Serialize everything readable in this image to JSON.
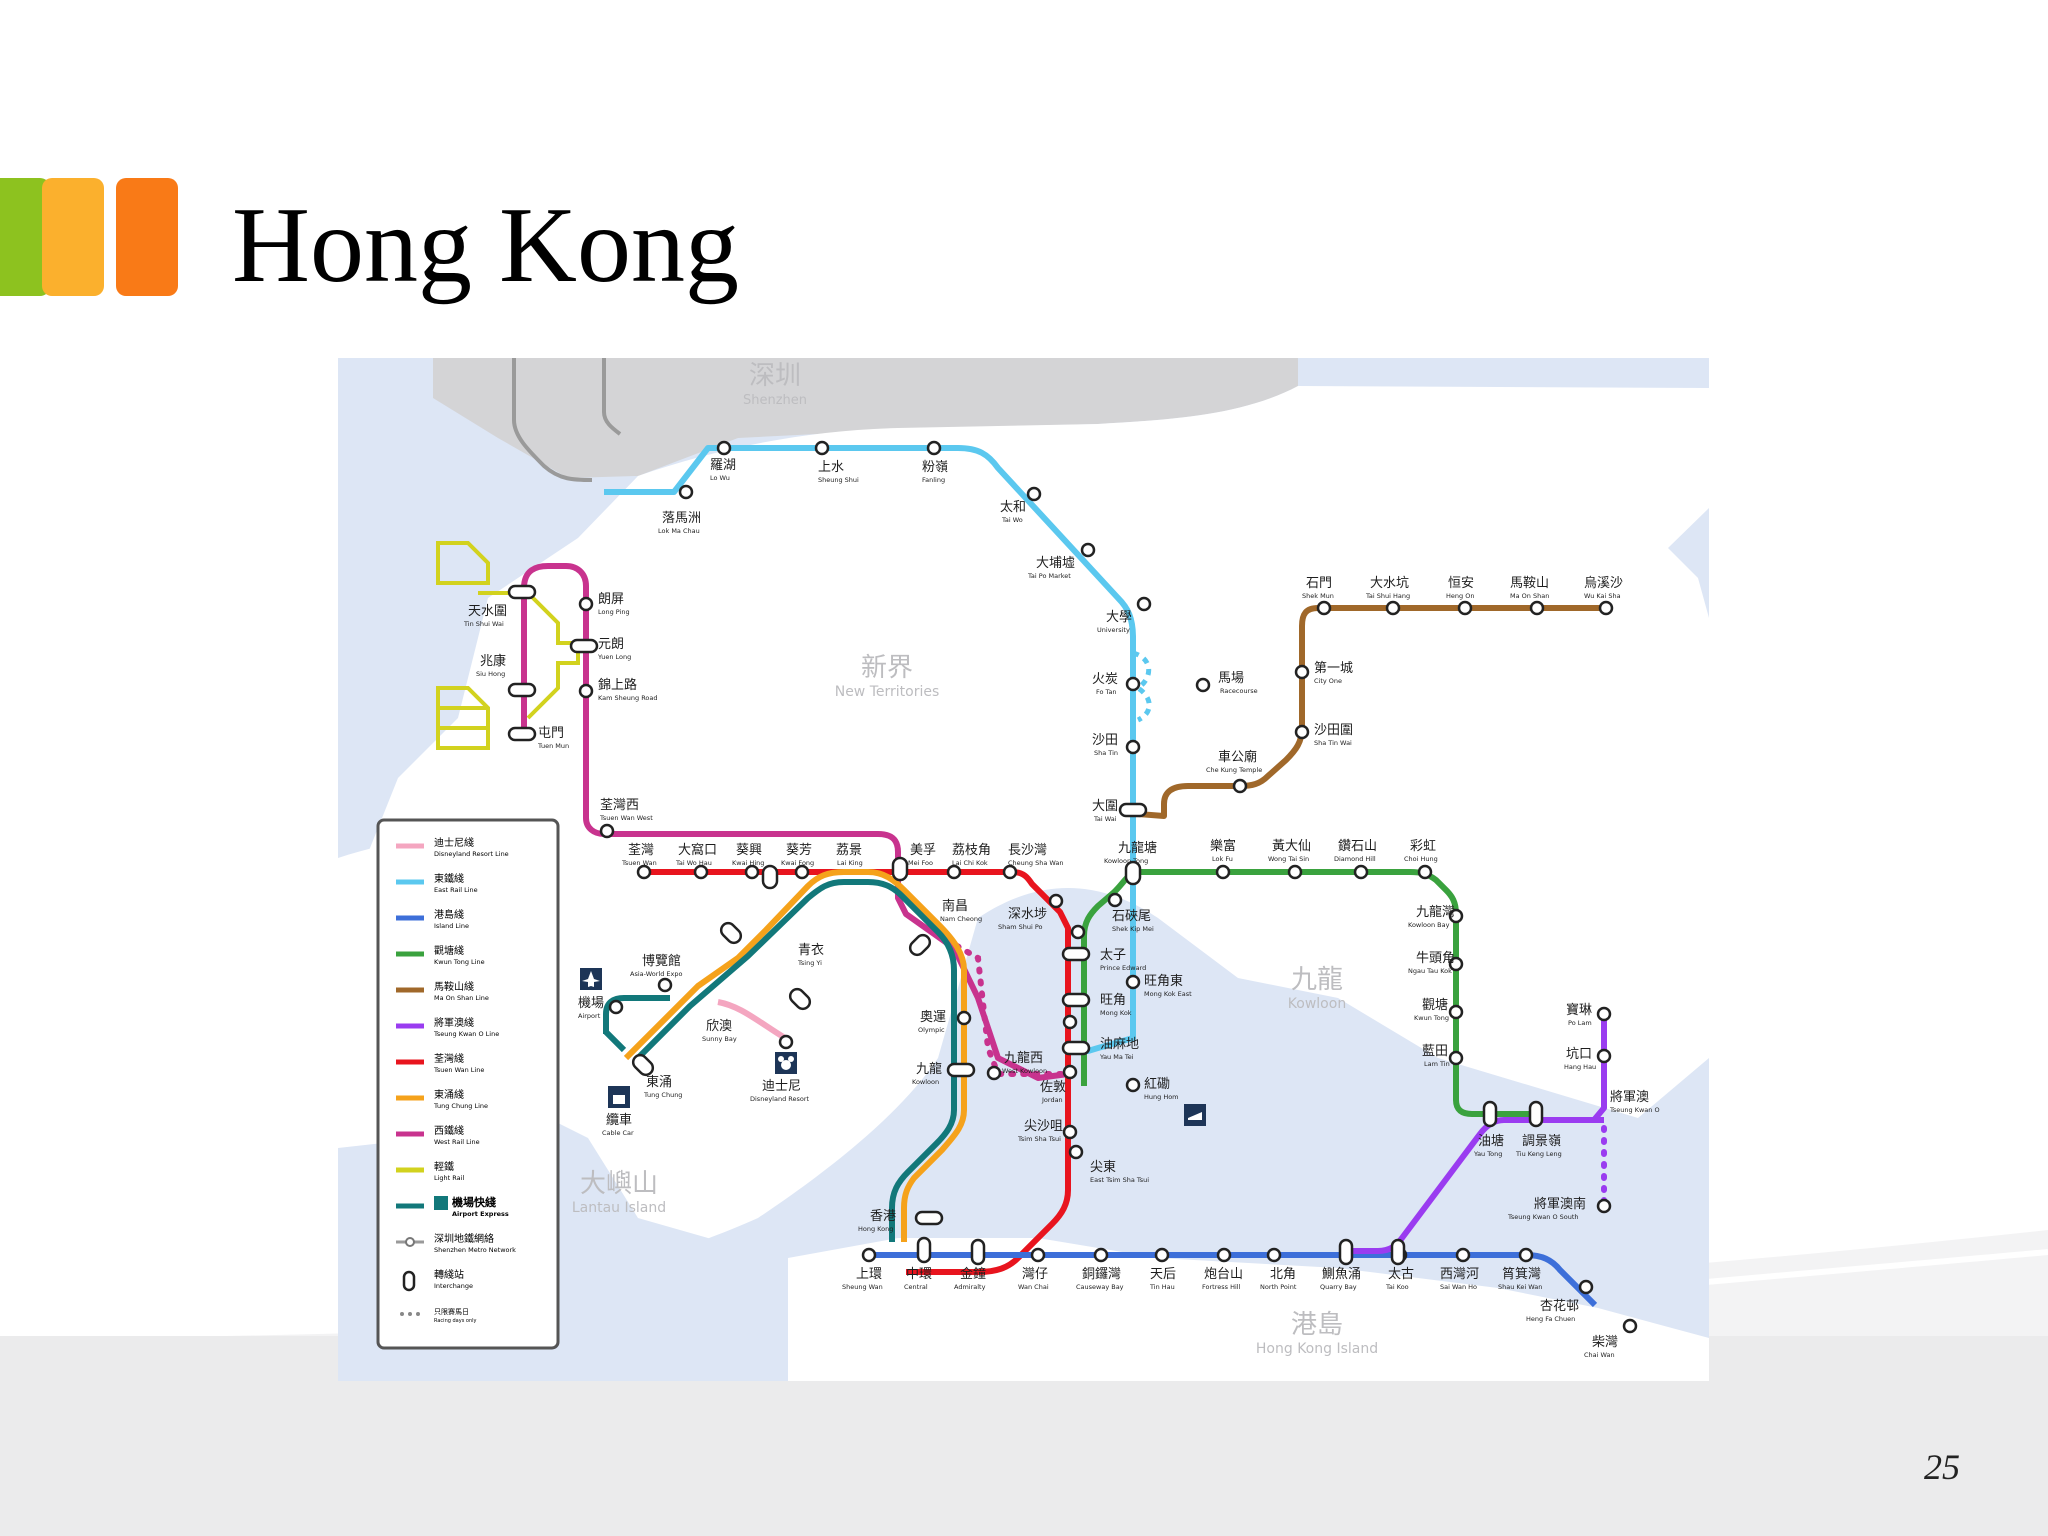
{
  "slide": {
    "title": "Hong Kong",
    "page_number": "25",
    "accent_colors": [
      "#8dc21f",
      "#fbb02d",
      "#f97a17"
    ]
  },
  "map": {
    "lines": [
      {
        "id": "disneyland",
        "color": "#f4a6c0",
        "zh": "迪士尼綫",
        "en": "Disneyland Resort Line"
      },
      {
        "id": "east_rail",
        "color": "#5bc8ef",
        "zh": "東鐵綫",
        "en": "East Rail Line"
      },
      {
        "id": "island",
        "color": "#3d6fd9",
        "zh": "港島綫",
        "en": "Island Line"
      },
      {
        "id": "kwun_tong",
        "color": "#3aa23e",
        "zh": "觀塘綫",
        "en": "Kwun Tong Line"
      },
      {
        "id": "ma_on_shan",
        "color": "#a0682a",
        "zh": "馬鞍山綫",
        "en": "Ma On Shan Line"
      },
      {
        "id": "tseung_kwan_o",
        "color": "#9a3cf0",
        "zh": "將軍澳綫",
        "en": "Tseung Kwan O Line"
      },
      {
        "id": "tsuen_wan",
        "color": "#e8141e",
        "zh": "荃灣綫",
        "en": "Tsuen Wan Line"
      },
      {
        "id": "tung_chung",
        "color": "#f5a21b",
        "zh": "東涌綫",
        "en": "Tung Chung Line"
      },
      {
        "id": "west_rail",
        "color": "#c8338e",
        "zh": "西鐵綫",
        "en": "West Rail Line"
      },
      {
        "id": "light_rail",
        "color": "#d2d21e",
        "zh": "輕鐵",
        "en": "Light Rail"
      },
      {
        "id": "airport_express",
        "color": "#12787a",
        "zh": "機場快綫",
        "en": "Airport Express"
      }
    ],
    "legend_extra": [
      {
        "id": "shenzhen",
        "zh": "深圳地鐵網絡",
        "en": "Shenzhen Metro Network"
      },
      {
        "id": "interchange",
        "zh": "轉綫站",
        "en": "Interchange"
      },
      {
        "id": "racing",
        "zh": "只限賽馬日",
        "en": "Racing days only"
      }
    ],
    "regions": [
      {
        "id": "shenzhen",
        "zh": "深圳",
        "en": "Shenzhen"
      },
      {
        "id": "new_territories",
        "zh": "新界",
        "en": "New Territories"
      },
      {
        "id": "kowloon",
        "zh": "九龍",
        "en": "Kowloon"
      },
      {
        "id": "lantau",
        "zh": "大嶼山",
        "en": "Lantau Island"
      },
      {
        "id": "hk_island",
        "zh": "港島",
        "en": "Hong Kong Island"
      }
    ],
    "stations": [
      {
        "zh": "羅湖",
        "en": "Lo Wu"
      },
      {
        "zh": "落馬洲",
        "en": "Lok Ma Chau"
      },
      {
        "zh": "上水",
        "en": "Sheung Shui"
      },
      {
        "zh": "粉嶺",
        "en": "Fanling"
      },
      {
        "zh": "太和",
        "en": "Tai Wo"
      },
      {
        "zh": "大埔墟",
        "en": "Tai Po Market"
      },
      {
        "zh": "大學",
        "en": "University"
      },
      {
        "zh": "火炭",
        "en": "Fo Tan"
      },
      {
        "zh": "馬場",
        "en": "Racecourse"
      },
      {
        "zh": "沙田",
        "en": "Sha Tin"
      },
      {
        "zh": "大圍",
        "en": "Tai Wai"
      },
      {
        "zh": "九龍塘",
        "en": "Kowloon Tong"
      },
      {
        "zh": "旺角東",
        "en": "Mong Kok East"
      },
      {
        "zh": "紅磡",
        "en": "Hung Hom"
      },
      {
        "zh": "尖東",
        "en": "East Tsim Sha Tsui"
      },
      {
        "zh": "天水圍",
        "en": "Tin Shui Wai"
      },
      {
        "zh": "兆康",
        "en": "Siu Hong"
      },
      {
        "zh": "屯門",
        "en": "Tuen Mun"
      },
      {
        "zh": "朗屏",
        "en": "Long Ping"
      },
      {
        "zh": "元朗",
        "en": "Yuen Long"
      },
      {
        "zh": "錦上路",
        "en": "Kam Sheung Road"
      },
      {
        "zh": "荃灣西",
        "en": "Tsuen Wan West"
      },
      {
        "zh": "荃灣",
        "en": "Tsuen Wan"
      },
      {
        "zh": "大窩口",
        "en": "Tai Wo Hau"
      },
      {
        "zh": "葵興",
        "en": "Kwai Hing"
      },
      {
        "zh": "葵芳",
        "en": "Kwai Fong"
      },
      {
        "zh": "荔景",
        "en": "Lai King"
      },
      {
        "zh": "美孚",
        "en": "Mei Foo"
      },
      {
        "zh": "荔枝角",
        "en": "Lai Chi Kok"
      },
      {
        "zh": "長沙灣",
        "en": "Cheung Sha Wan"
      },
      {
        "zh": "深水埗",
        "en": "Sham Shui Po"
      },
      {
        "zh": "南昌",
        "en": "Nam Cheong"
      },
      {
        "zh": "石硤尾",
        "en": "Shek Kip Mei"
      },
      {
        "zh": "太子",
        "en": "Prince Edward"
      },
      {
        "zh": "旺角",
        "en": "Mong Kok"
      },
      {
        "zh": "油麻地",
        "en": "Yau Ma Tei"
      },
      {
        "zh": "佐敦",
        "en": "Jordan"
      },
      {
        "zh": "尖沙咀",
        "en": "Tsim Sha Tsui"
      },
      {
        "zh": "九龍西",
        "en": "West Kowloon"
      },
      {
        "zh": "奧運",
        "en": "Olympic"
      },
      {
        "zh": "九龍",
        "en": "Kowloon"
      },
      {
        "zh": "青衣",
        "en": "Tsing Yi"
      },
      {
        "zh": "欣澳",
        "en": "Sunny Bay"
      },
      {
        "zh": "迪士尼",
        "en": "Disneyland Resort"
      },
      {
        "zh": "博覽館",
        "en": "Asia-World Expo"
      },
      {
        "zh": "機場",
        "en": "Airport"
      },
      {
        "zh": "東涌",
        "en": "Tung Chung"
      },
      {
        "zh": "纜車",
        "en": "Cable Car"
      },
      {
        "zh": "香港",
        "en": "Hong Kong"
      },
      {
        "zh": "上環",
        "en": "Sheung Wan"
      },
      {
        "zh": "中環",
        "en": "Central"
      },
      {
        "zh": "金鐘",
        "en": "Admiralty"
      },
      {
        "zh": "灣仔",
        "en": "Wan Chai"
      },
      {
        "zh": "銅鑼灣",
        "en": "Causeway Bay"
      },
      {
        "zh": "天后",
        "en": "Tin Hau"
      },
      {
        "zh": "炮台山",
        "en": "Fortress Hill"
      },
      {
        "zh": "北角",
        "en": "North Point"
      },
      {
        "zh": "鰂魚涌",
        "en": "Quarry Bay"
      },
      {
        "zh": "太古",
        "en": "Tai Koo"
      },
      {
        "zh": "西灣河",
        "en": "Sai Wan Ho"
      },
      {
        "zh": "筲箕灣",
        "en": "Shau Kei Wan"
      },
      {
        "zh": "杏花邨",
        "en": "Heng Fa Chuen"
      },
      {
        "zh": "柴灣",
        "en": "Chai Wan"
      },
      {
        "zh": "樂富",
        "en": "Lok Fu"
      },
      {
        "zh": "黃大仙",
        "en": "Wong Tai Sin"
      },
      {
        "zh": "鑽石山",
        "en": "Diamond Hill"
      },
      {
        "zh": "彩虹",
        "en": "Choi Hung"
      },
      {
        "zh": "九龍灣",
        "en": "Kowloon Bay"
      },
      {
        "zh": "牛頭角",
        "en": "Ngau Tau Kok"
      },
      {
        "zh": "觀塘",
        "en": "Kwun Tong"
      },
      {
        "zh": "藍田",
        "en": "Lam Tin"
      },
      {
        "zh": "油塘",
        "en": "Yau Tong"
      },
      {
        "zh": "調景嶺",
        "en": "Tiu Keng Leng"
      },
      {
        "zh": "將軍澳",
        "en": "Tseung Kwan O"
      },
      {
        "zh": "寶琳",
        "en": "Po Lam"
      },
      {
        "zh": "坑口",
        "en": "Hang Hau"
      },
      {
        "zh": "將軍澳南",
        "en": "Tseung Kwan O South"
      },
      {
        "zh": "石門",
        "en": "Shek Mun"
      },
      {
        "zh": "大水坑",
        "en": "Tai Shui Hang"
      },
      {
        "zh": "恒安",
        "en": "Heng On"
      },
      {
        "zh": "馬鞍山",
        "en": "Ma On Shan"
      },
      {
        "zh": "烏溪沙",
        "en": "Wu Kai Sha"
      },
      {
        "zh": "第一城",
        "en": "City One"
      },
      {
        "zh": "沙田圍",
        "en": "Sha Tin Wai"
      },
      {
        "zh": "車公廟",
        "en": "Che Kung Temple"
      }
    ]
  }
}
